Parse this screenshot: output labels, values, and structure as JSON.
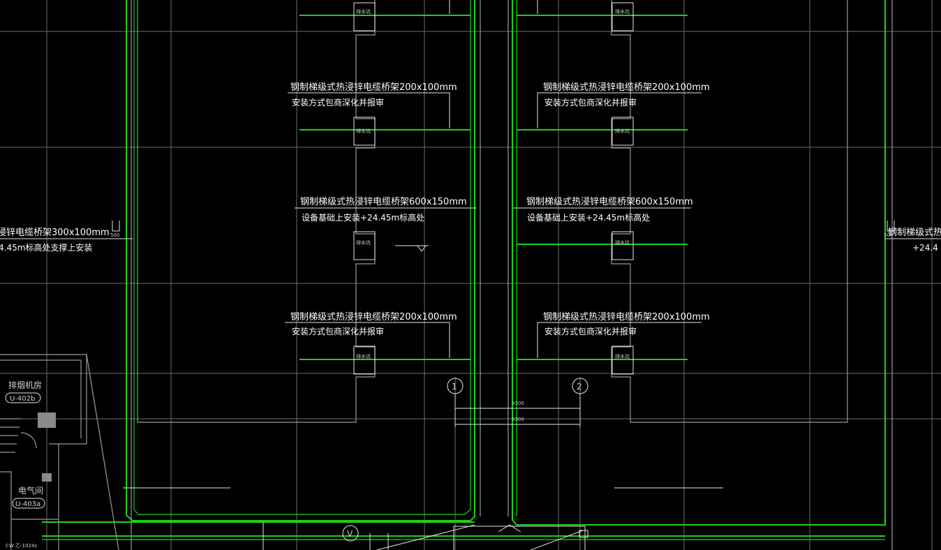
{
  "drawing": {
    "tray_200x100_label": "钢制梯级式热浸锌电缆桥架200x100mm",
    "tray_200x100_note": "安装方式包商深化并报审",
    "tray_600x150_label": "钢制梯级式热浸锌电缆桥架600x150mm",
    "tray_600x150_note": "设备基础上安装+24.45m标高处",
    "left_tray_label": "浸锌电缆桥架300x100mm",
    "left_tray_note": "4.45m标高处支撑上安装",
    "right_tray_label": "钢制梯级式热浸锌",
    "right_tray_note": "+24.4",
    "small_dim": "500",
    "shaft_tag": "排水坑",
    "dim_top": "9300",
    "dim_bottom": "9300",
    "axis_1": "1",
    "axis_2": "2",
    "room_1_name": "排烟机房",
    "room_1_code": "U-402b",
    "room_2_name": "电气间",
    "room_2_code": "U-403a",
    "bottom_code": "CW 乙-1024s",
    "valve_symbol": "V"
  },
  "colors": {
    "background": "#000000",
    "cable_tray": "#19d219",
    "grid": "#6e6e6e",
    "text": "#ffffff"
  }
}
